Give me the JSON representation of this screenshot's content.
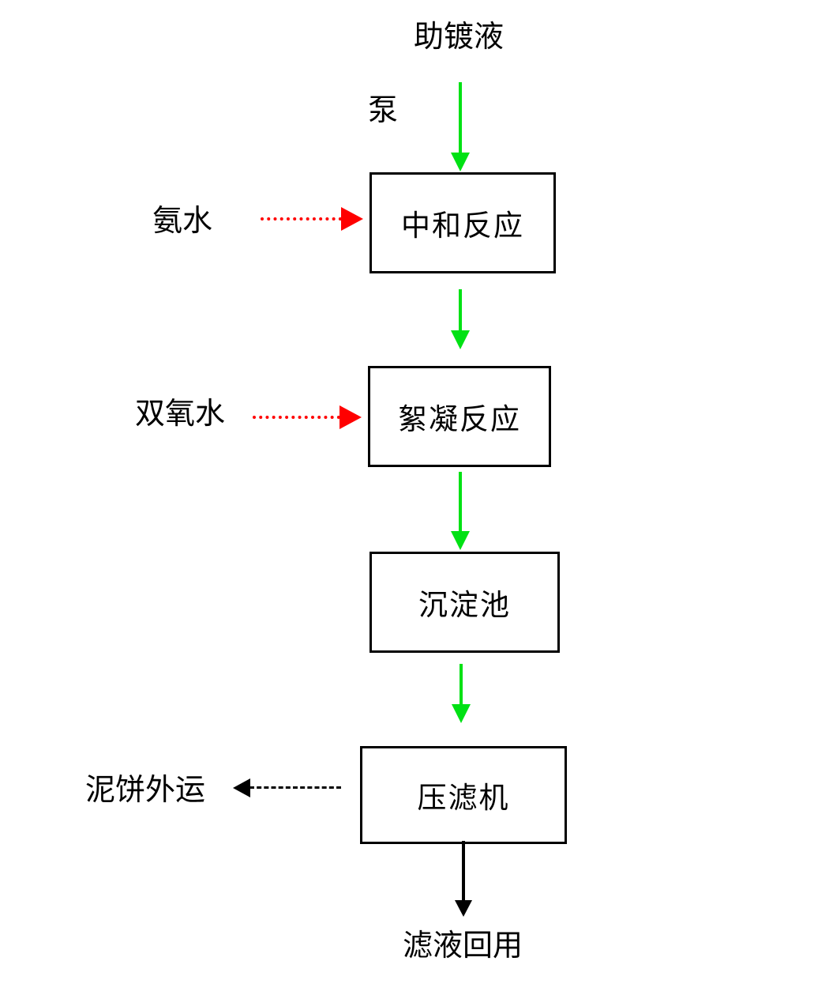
{
  "flow": {
    "source_label": "助镀液",
    "pump_label": "泵",
    "stages": [
      {
        "label": "中和反应"
      },
      {
        "label": "絮凝反应"
      },
      {
        "label": "沉淀池"
      },
      {
        "label": "压滤机"
      }
    ],
    "dosing_inputs": [
      {
        "label": "氨水"
      },
      {
        "label": "双氧水"
      }
    ],
    "outputs": {
      "sludge_label": "泥饼外运",
      "filtrate_label": "滤液回用"
    },
    "colors": {
      "main_flow_arrow": "#00E114",
      "dosing_arrow": "#FF0000",
      "output_arrow": "#000000",
      "box_border": "#000000",
      "text": "#000000",
      "background": "#FFFFFF"
    }
  }
}
